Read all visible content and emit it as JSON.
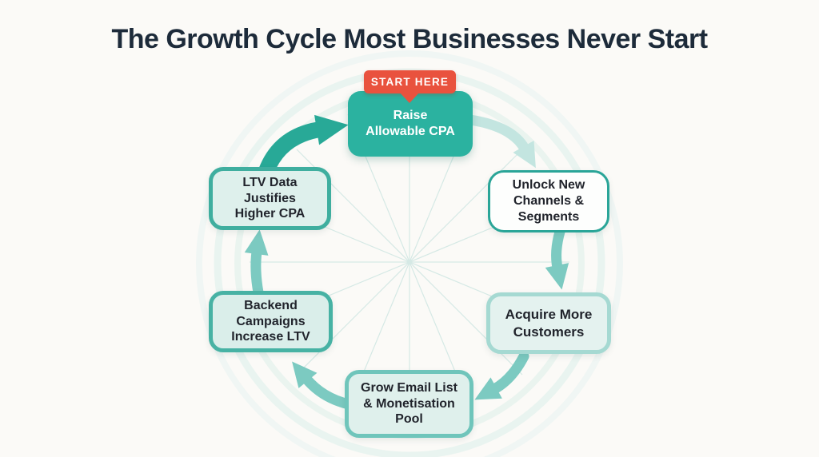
{
  "title": "The Growth Cycle Most Businesses Never Start",
  "start_badge": {
    "label": "START HERE",
    "color": "#e9523e"
  },
  "colors": {
    "background": "#fbfaf7",
    "title_text": "#1d2b3a",
    "primary_teal_fill": "#2bb2a0",
    "dark_teal_arrow": "#28a997",
    "soft_teal_arrow": "#7ccac1",
    "light_mint_arrow": "#c3e5e0",
    "ring_tint": "#ddeeea",
    "spoke_tint": "#d5e9e5",
    "box_text_dark": "#21242c",
    "box_text_light": "#ffffff"
  },
  "cycle": {
    "direction": "clockwise",
    "steps": [
      {
        "id": "raise-allowable-cpa",
        "label": "Raise\nAllowable CPA",
        "style": "filled-teal"
      },
      {
        "id": "unlock-new-channels-segments",
        "label": "Unlock New\nChannels &\nSegments",
        "style": "outlined-white"
      },
      {
        "id": "acquire-more-customers",
        "label": "Acquire More\nCustomers",
        "style": "tinted"
      },
      {
        "id": "grow-email-list-monetisation-pool",
        "label": "Grow Email List\n& Monetisation\nPool",
        "style": "tinted"
      },
      {
        "id": "backend-campaigns-increase-ltv",
        "label": "Backend\nCampaigns\nIncrease LTV",
        "style": "tinted"
      },
      {
        "id": "ltv-data-justifies-higher-cpa",
        "label": "LTV Data\nJustifies\nHigher CPA",
        "style": "tinted"
      }
    ]
  }
}
